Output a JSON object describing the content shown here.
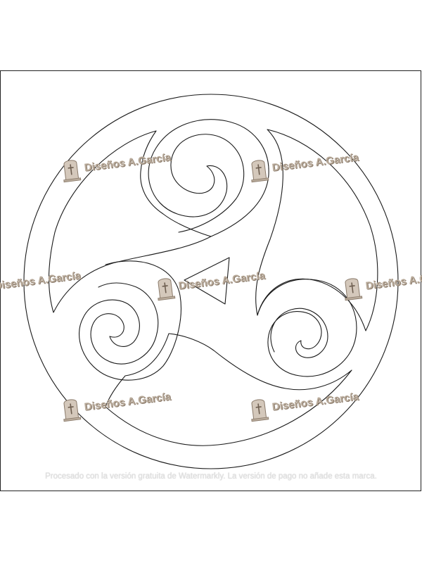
{
  "watermark": {
    "brand_text": "Diseños A.García",
    "notice": "Procesado con la versión gratuita de Watermarkly. La versión de pago no añade esta marca."
  },
  "design": {
    "motif": "triskelion",
    "stroke_color": "#1a1a1a",
    "watermark_color": "#b9ab9b",
    "icon_name": "tombstone-cross-icon"
  }
}
